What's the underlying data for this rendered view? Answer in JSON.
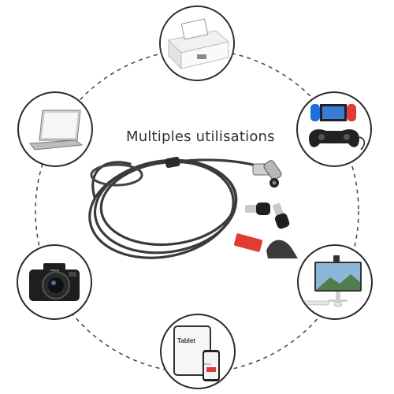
{
  "title": "Multiples utilisations",
  "devices": {
    "printer": "printer-icon",
    "laptop": "laptop-icon",
    "console": "game-console-icon",
    "camera": "camera-icon",
    "monitor": "desktop-monitor-icon",
    "tablet": "tablet-icon"
  },
  "tablet_text": "Tablet",
  "phone_text": "iPhone",
  "camera_text": "Canon",
  "colors": {
    "ring": "#444444",
    "bubble_border": "#2c2c2c",
    "cable": "#3a3a3a",
    "accent_red": "#e23b33",
    "joycon_blue": "#1e6fd9"
  }
}
